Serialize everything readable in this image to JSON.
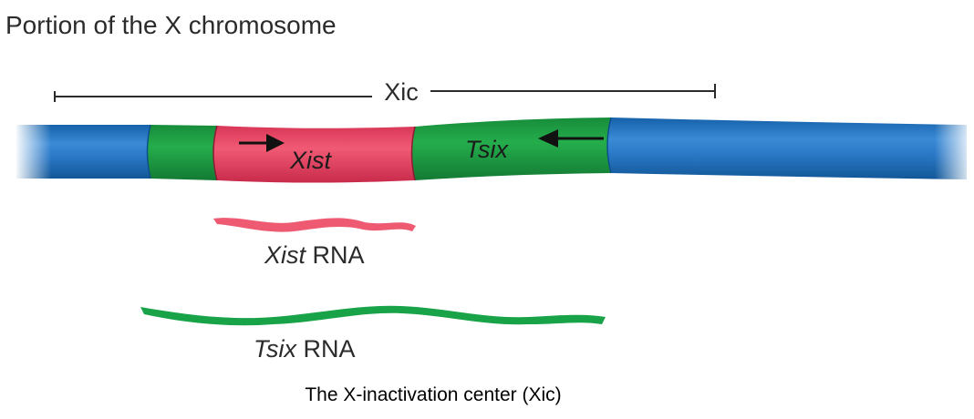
{
  "title": "Portion of the X chromosome",
  "region_label": "Xic",
  "genes": {
    "xist": {
      "name": "Xist"
    },
    "tsix": {
      "name": "Tsix"
    }
  },
  "transcripts": {
    "xist_rna": {
      "gene": "Xist",
      "suffix": " RNA"
    },
    "tsix_rna": {
      "gene": "Tsix",
      "suffix": " RNA"
    }
  },
  "caption": "The X-inactivation center (Xic)",
  "colors": {
    "chromosome": "#1f74c2",
    "chromosome_highlight": "#5aa6e6",
    "flank_region": "#1fa645",
    "xist_gene": "#ec4865",
    "xist_rna": "#ef5a73",
    "tsix_rna": "#18a348",
    "text": "#2b2b2b",
    "arrow": "#111111"
  }
}
